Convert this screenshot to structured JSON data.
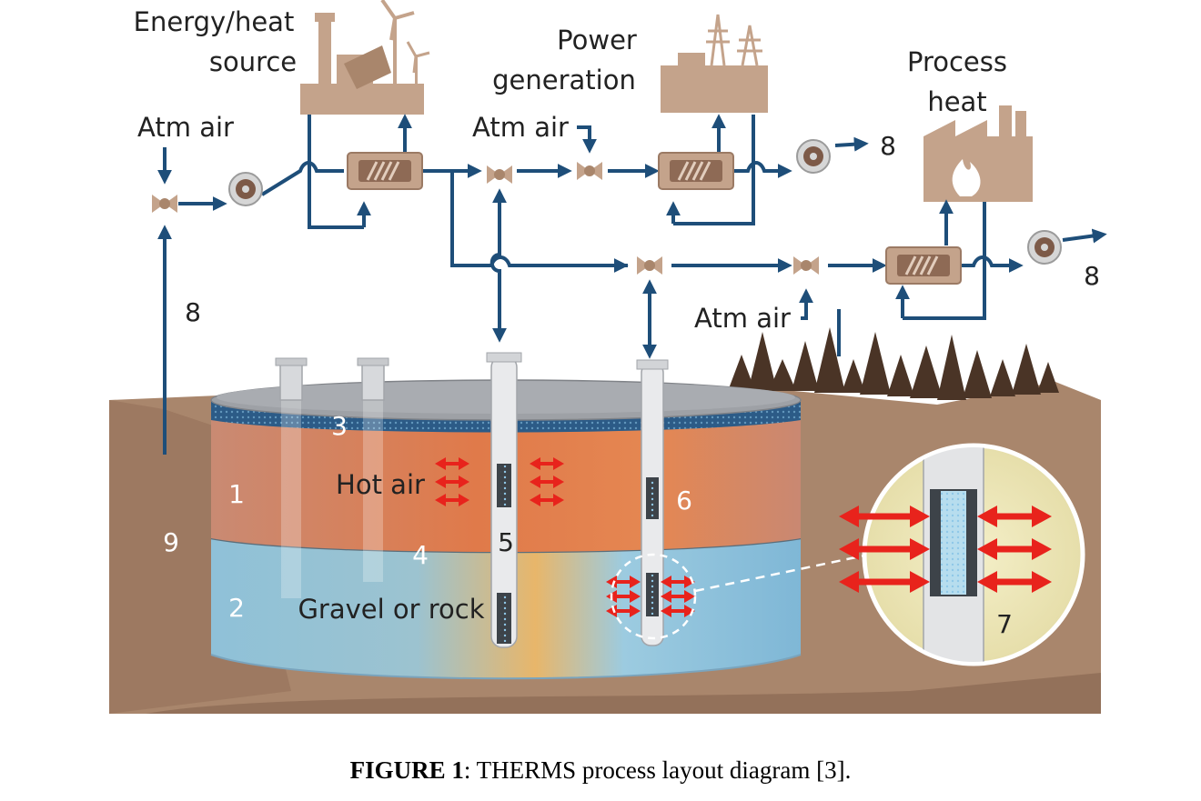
{
  "labels": {
    "energy_source": [
      "Energy/heat",
      "source"
    ],
    "power_generation": [
      "Power",
      "generation"
    ],
    "process_heat": [
      "Process",
      "heat"
    ],
    "atm_air": "Atm air",
    "hot_air": "Hot air",
    "gravel_or_rock": "Gravel or rock"
  },
  "numbers": {
    "n1": "1",
    "n2": "2",
    "n3": "3",
    "n4": "4",
    "n5": "5",
    "n6": "6",
    "n7": "7",
    "n8": "8",
    "n9": "9"
  },
  "caption": {
    "prefix": "FIGURE 1",
    "text": ": THERMS process layout diagram [3]."
  },
  "colors": {
    "pipe": "#1e4e79",
    "facility": "#c4a38b",
    "soil": "#a9866c",
    "lid": "#9ea1a6",
    "insulation": "#2c5b87",
    "arrow_red": "#e8231c",
    "trees": "#4a3426"
  }
}
